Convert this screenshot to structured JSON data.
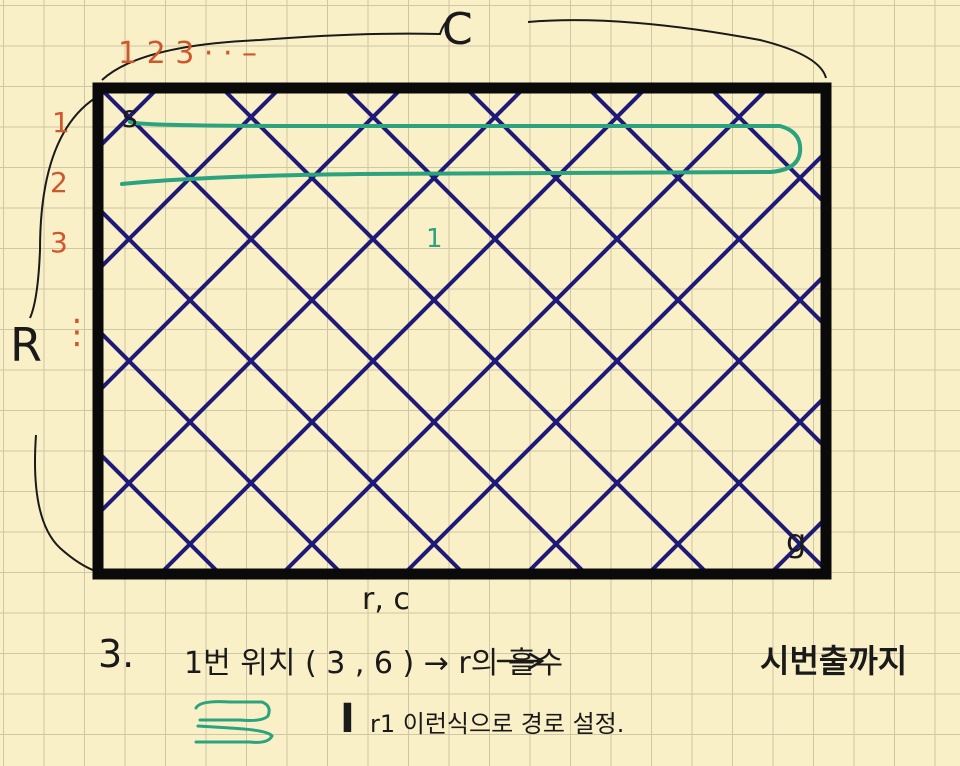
{
  "colors": {
    "paper": "#faf0c8",
    "grid": "#cfc6a4",
    "frame": "#0a0a0a",
    "diagonals": "#1f1a78",
    "highlight": "#2aa37e",
    "index_labels": "#d0562c",
    "ink": "#1a1a1a"
  },
  "labels": {
    "C": "C",
    "R": "R",
    "start": "s",
    "goal": "g",
    "column_indices": "1  2  3  · · –",
    "row_1": "1",
    "row_2": "2",
    "row_3": "3",
    "row_dots": "⋮",
    "area_mark": "1",
    "rc": "r, c"
  },
  "notes": {
    "line1_num": "3.",
    "line1_left": "1번 위치 ( 3 , 6 ) → r의 홀수",
    "line1_right": "시번출까지",
    "line2_sym": "I",
    "line2": "r1  이런식으로 경로 설정."
  }
}
